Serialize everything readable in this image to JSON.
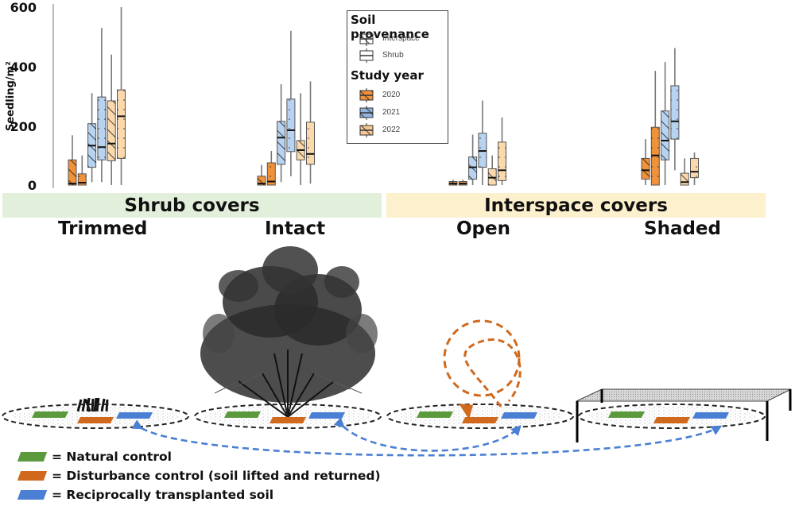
{
  "chart_data": {
    "type": "boxplot",
    "title": "",
    "ylabel": "Seedling/m²",
    "xlabel": "",
    "ylim": [
      0,
      600
    ],
    "yticks": [
      "0",
      "200",
      "400",
      "600"
    ],
    "groups": [
      "Trimmed",
      "Intact",
      "Open",
      "Shaded"
    ],
    "group_categories": [
      {
        "name": "Shrub covers",
        "groups": [
          "Trimmed",
          "Intact"
        ],
        "color": "#e2efda"
      },
      {
        "name": "Interspace covers",
        "groups": [
          "Open",
          "Shaded"
        ],
        "color": "#fdf0cc"
      }
    ],
    "legend": {
      "soil_provenance_title": "Soil provenance",
      "soil_provenance": [
        {
          "name": "Interspace",
          "pattern": "hatched"
        },
        {
          "name": "Shrub",
          "pattern": "dotted"
        }
      ],
      "study_year_title": "Study year",
      "study_year": [
        {
          "name": "2020",
          "color": "#f0923a"
        },
        {
          "name": "2021",
          "color": "#b7d3f0"
        },
        {
          "name": "2022",
          "color": "#fbd9ad"
        }
      ],
      "position": "top-center"
    },
    "series": [
      {
        "group": "Trimmed",
        "year": "2020",
        "soil": "Interspace",
        "min": 0,
        "q1": 0,
        "median": 5,
        "q3": 85,
        "max": 168
      },
      {
        "group": "Trimmed",
        "year": "2020",
        "soil": "Shrub",
        "min": 0,
        "q1": 0,
        "median": 8,
        "q3": 38,
        "max": 100
      },
      {
        "group": "Trimmed",
        "year": "2021",
        "soil": "Interspace",
        "min": 10,
        "q1": 60,
        "median": 133,
        "q3": 207,
        "max": 310
      },
      {
        "group": "Trimmed",
        "year": "2021",
        "soil": "Shrub",
        "min": 10,
        "q1": 85,
        "median": 128,
        "q3": 297,
        "max": 530
      },
      {
        "group": "Trimmed",
        "year": "2022",
        "soil": "Interspace",
        "min": 0,
        "q1": 82,
        "median": 140,
        "q3": 284,
        "max": 440
      },
      {
        "group": "Trimmed",
        "year": "2022",
        "soil": "Shrub",
        "min": 0,
        "q1": 90,
        "median": 232,
        "q3": 321,
        "max": 600
      },
      {
        "group": "Intact",
        "year": "2020",
        "soil": "Interspace",
        "min": 0,
        "q1": 0,
        "median": 5,
        "q3": 30,
        "max": 68
      },
      {
        "group": "Intact",
        "year": "2020",
        "soil": "Shrub",
        "min": 0,
        "q1": 0,
        "median": 12,
        "q3": 75,
        "max": 115
      },
      {
        "group": "Intact",
        "year": "2021",
        "soil": "Interspace",
        "min": 10,
        "q1": 70,
        "median": 160,
        "q3": 215,
        "max": 340
      },
      {
        "group": "Intact",
        "year": "2021",
        "soil": "Shrub",
        "min": 30,
        "q1": 113,
        "median": 185,
        "q3": 290,
        "max": 520
      },
      {
        "group": "Intact",
        "year": "2022",
        "soil": "Interspace",
        "min": 0,
        "q1": 85,
        "median": 118,
        "q3": 150,
        "max": 310
      },
      {
        "group": "Intact",
        "year": "2022",
        "soil": "Shrub",
        "min": 5,
        "q1": 70,
        "median": 105,
        "q3": 212,
        "max": 350
      },
      {
        "group": "Open",
        "year": "2020",
        "soil": "Interspace",
        "min": 0,
        "q1": 0,
        "median": 5,
        "q3": 12,
        "max": 18
      },
      {
        "group": "Open",
        "year": "2020",
        "soil": "Shrub",
        "min": 0,
        "q1": 0,
        "median": 5,
        "q3": 12,
        "max": 18
      },
      {
        "group": "Open",
        "year": "2021",
        "soil": "Interspace",
        "min": 0,
        "q1": 20,
        "median": 60,
        "q3": 95,
        "max": 170
      },
      {
        "group": "Open",
        "year": "2021",
        "soil": "Shrub",
        "min": 0,
        "q1": 60,
        "median": 115,
        "q3": 175,
        "max": 285
      },
      {
        "group": "Open",
        "year": "2022",
        "soil": "Interspace",
        "min": 0,
        "q1": 0,
        "median": 25,
        "q3": 55,
        "max": 100
      },
      {
        "group": "Open",
        "year": "2022",
        "soil": "Shrub",
        "min": 0,
        "q1": 15,
        "median": 50,
        "q3": 145,
        "max": 228
      },
      {
        "group": "Shaded",
        "year": "2020",
        "soil": "Interspace",
        "min": 0,
        "q1": 20,
        "median": 50,
        "q3": 90,
        "max": 155
      },
      {
        "group": "Shaded",
        "year": "2020",
        "soil": "Shrub",
        "min": 0,
        "q1": 0,
        "median": 100,
        "q3": 195,
        "max": 385
      },
      {
        "group": "Shaded",
        "year": "2021",
        "soil": "Interspace",
        "min": 0,
        "q1": 85,
        "median": 150,
        "q3": 250,
        "max": 415
      },
      {
        "group": "Shaded",
        "year": "2021",
        "soil": "Shrub",
        "min": 50,
        "q1": 155,
        "median": 215,
        "q3": 335,
        "max": 462
      },
      {
        "group": "Shaded",
        "year": "2022",
        "soil": "Interspace",
        "min": 0,
        "q1": 0,
        "median": 10,
        "q3": 40,
        "max": 90
      },
      {
        "group": "Shaded",
        "year": "2022",
        "soil": "Shrub",
        "min": 0,
        "q1": 25,
        "median": 45,
        "q3": 90,
        "max": 110
      }
    ]
  },
  "diagram": {
    "banners": {
      "shrub": "Shrub covers",
      "interspace": "Interspace covers"
    },
    "treatments": [
      "Trimmed",
      "Intact",
      "Open",
      "Shaded"
    ],
    "plot_colors": {
      "natural": "#5b9a3c",
      "disturbance": "#d0691d",
      "transplant": "#4a7fd4"
    },
    "arrow_colors": {
      "disturbance": "#d0691d",
      "transplant": "#4a7fd4"
    },
    "legend": [
      {
        "key": "natural",
        "label": "= Natural control"
      },
      {
        "key": "disturbance",
        "label": "= Disturbance control (soil lifted and returned)"
      },
      {
        "key": "transplant",
        "label": "= Reciprocally transplanted soil"
      }
    ]
  }
}
